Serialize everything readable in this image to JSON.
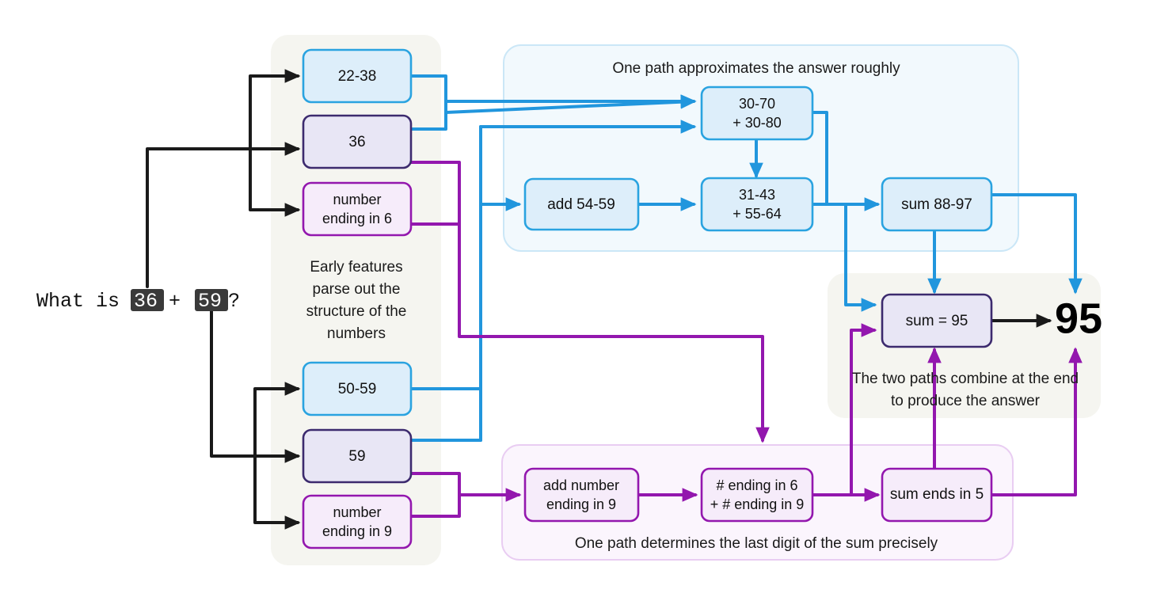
{
  "meta": {
    "title": "Addition feature pathway diagram",
    "colors": {
      "blue_edge": "#2196dd",
      "purple_edge": "#9317ae",
      "black_edge": "#1a1a1a",
      "blue_box_fill": "#ddeefa",
      "blue_box_stroke": "#2aa3e0",
      "lavender_box_fill": "#e8e6f5",
      "lavender_box_stroke": "#3c2a6e",
      "pink_box_fill": "#f6ecfa",
      "pink_box_stroke": "#9317ae",
      "neutral_panel": "#f5f5f0",
      "blue_panel": "#f2f9fd",
      "purple_panel": "#fbf5fd"
    }
  },
  "prompt": {
    "prefix": "What is ",
    "token_a": "36",
    "middle": " + ",
    "token_b": "59",
    "suffix": "?"
  },
  "captions": {
    "early_features": [
      "Early features",
      "parse out the",
      "structure of the",
      "numbers"
    ],
    "blue_panel": "One path approximates the answer roughly",
    "purple_panel": "One path determines the last digit of the sum precisely",
    "combine": [
      "The two paths combine at the end",
      "to produce the answer"
    ]
  },
  "nodes": {
    "feat_22_38": {
      "label": [
        "22-38"
      ],
      "style": "blue"
    },
    "feat_36": {
      "label": [
        "36"
      ],
      "style": "lavender"
    },
    "feat_end6": {
      "label": [
        "number",
        "ending in 6"
      ],
      "style": "pink"
    },
    "feat_50_59": {
      "label": [
        "50-59"
      ],
      "style": "blue"
    },
    "feat_59": {
      "label": [
        "59"
      ],
      "style": "lavender"
    },
    "feat_end9": {
      "label": [
        "number",
        "ending in 9"
      ],
      "style": "pink"
    },
    "add_54_59": {
      "label": [
        "add 54-59"
      ],
      "style": "blue"
    },
    "range_30_70": {
      "label": [
        "30-70",
        "+ 30-80"
      ],
      "style": "blue"
    },
    "range_31_43": {
      "label": [
        "31-43",
        "+ 55-64"
      ],
      "style": "blue"
    },
    "sum_88_97": {
      "label": [
        "sum 88-97"
      ],
      "style": "blue"
    },
    "add_end9": {
      "label": [
        "add number",
        "ending in 9"
      ],
      "style": "pink"
    },
    "end6_plus_end9": {
      "label": [
        "# ending in 6",
        "+ # ending in 9"
      ],
      "style": "pink"
    },
    "sum_ends_5": {
      "label": [
        "sum ends in 5"
      ],
      "style": "pink"
    },
    "sum_95": {
      "label": [
        "sum = 95"
      ],
      "style": "lavender"
    },
    "answer": {
      "label": [
        "95"
      ],
      "style": "plain"
    }
  }
}
